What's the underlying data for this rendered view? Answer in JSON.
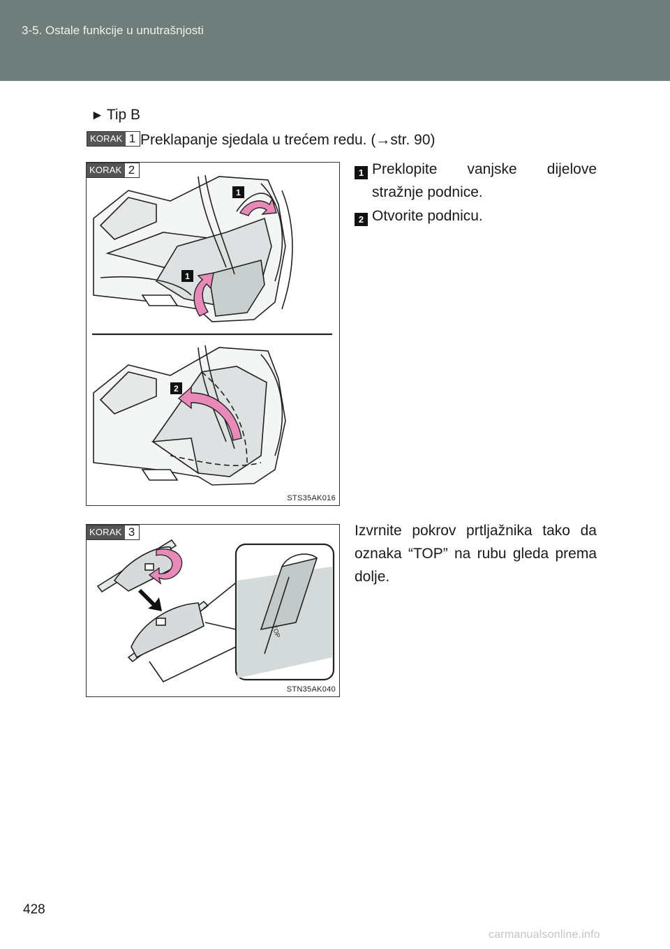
{
  "header": {
    "title": "3-5. Ostale funkcije u unutrašnjosti"
  },
  "tip": {
    "marker": "►",
    "label": "Tip B"
  },
  "steps": [
    {
      "badge": "KORAK",
      "number": "1",
      "text": "Preklapanje sjedala u trećem redu. (→str. 90)"
    },
    {
      "badge": "KORAK",
      "number": "2",
      "items": [
        {
          "num": "1",
          "text": "Preklopite vanjske dijelove stražnje podnice."
        },
        {
          "num": "2",
          "text": "Otvorite podnicu."
        }
      ],
      "figure_code": "STS35AK016",
      "callouts": [
        "1",
        "1",
        "2"
      ]
    },
    {
      "badge": "KORAK",
      "number": "3",
      "text": "Izvrnite pokrov prtljažnika tako da oznaka “TOP” na rubu gleda prema dolje.",
      "figure_code": "STN35AK040",
      "label_top": "TOP"
    }
  ],
  "page_number": "428",
  "watermark": "carmanualsonline.info",
  "colors": {
    "header": "#6f7d7b",
    "arrow": "#e889b8",
    "panel": "#d8dcdc"
  }
}
